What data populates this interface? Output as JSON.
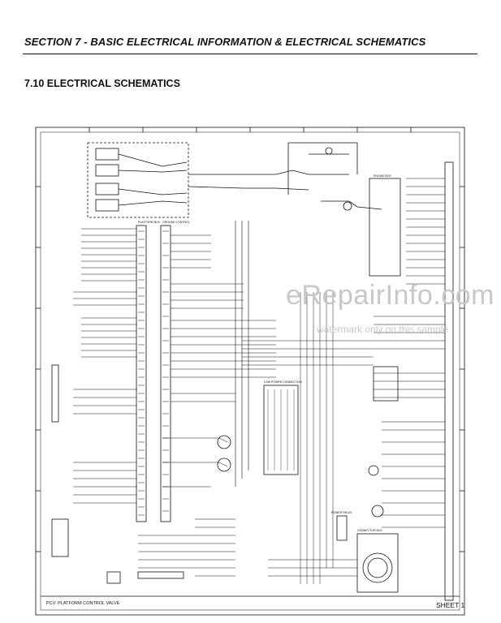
{
  "page": {
    "section_header": "SECTION 7 - BASIC ELECTRICAL INFORMATION & ELECTRICAL SCHEMATICS",
    "subsection_title": "7.10  ELECTRICAL SCHEMATICS",
    "sheet_label": "SHEET 1",
    "pcv_label": "PCV: PLATFORM CONTROL VALVE",
    "watermark_site": "eRepairInfo.com",
    "watermark_note": "watermark only on this sample"
  },
  "schematic": {
    "blocks": {
      "platform_box": "PLATFORM BOX",
      "ground_control": "GROUND CONTROL",
      "low_power_connector": "LOW POWER CONNECTION",
      "engine_box": "ENGINE BOX",
      "connector_box": "CONNECTOR BOX",
      "power_relay": "POWER RELAY"
    },
    "colors": {
      "ink": "#111111",
      "watermark": "#c8c8c8"
    }
  }
}
